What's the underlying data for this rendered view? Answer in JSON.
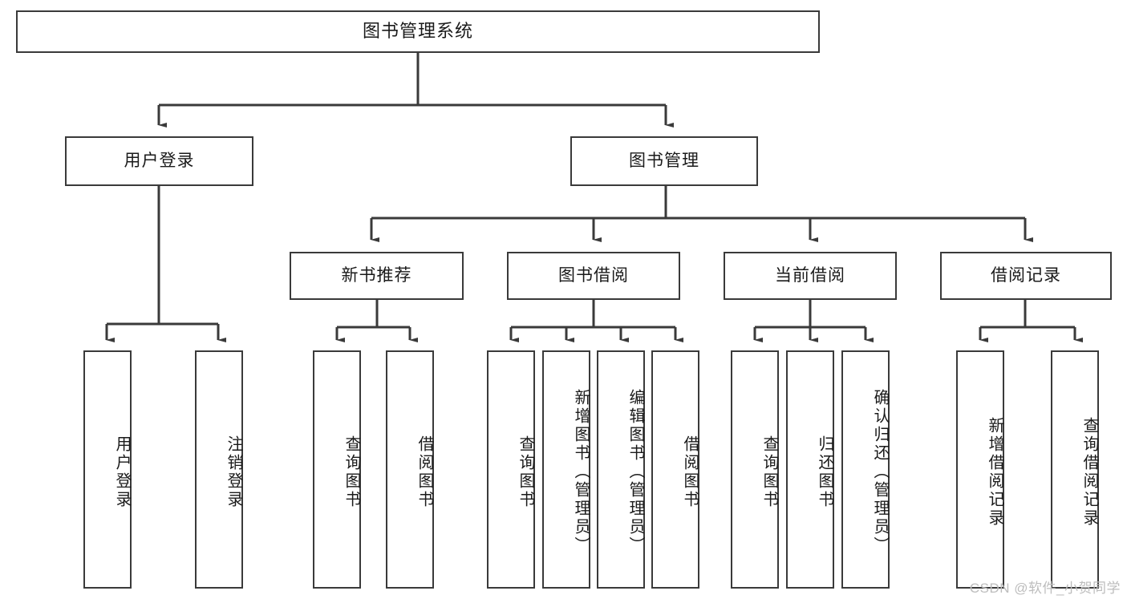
{
  "diagram": {
    "title": "图书管理系统",
    "type": "功能结构图",
    "colors": {
      "box_border": "#3a3a3a",
      "box_fill": "#ffffff",
      "connector": "#3a3a3a",
      "text": "#1a1a1a",
      "watermark": "#bdbdbd",
      "background": "#ffffff"
    },
    "root": {
      "label": "图书管理系统"
    },
    "level2": [
      {
        "label": "用户登录"
      },
      {
        "label": "图书管理"
      }
    ],
    "level3": [
      {
        "label": "新书推荐"
      },
      {
        "label": "图书借阅"
      },
      {
        "label": "当前借阅"
      },
      {
        "label": "借阅记录"
      }
    ],
    "leaves": {
      "user_login": [
        {
          "label": "用户登录"
        },
        {
          "label": "注销登录"
        }
      ],
      "new_book_recommend": [
        {
          "label": "查询图书"
        },
        {
          "label": "借阅图书"
        }
      ],
      "book_borrow": [
        {
          "label": "查询图书"
        },
        {
          "label": "新增图书（管理员）"
        },
        {
          "label": "编辑图书（管理员）"
        },
        {
          "label": "借阅图书"
        }
      ],
      "current_borrow": [
        {
          "label": "查询图书"
        },
        {
          "label": "归还图书"
        },
        {
          "label": "确认归还（管理员）"
        }
      ],
      "borrow_record": [
        {
          "label": "新增借阅记录"
        },
        {
          "label": "查询借阅记录"
        }
      ]
    }
  },
  "watermark": {
    "text": "CSDN @软件_小贺同学"
  }
}
